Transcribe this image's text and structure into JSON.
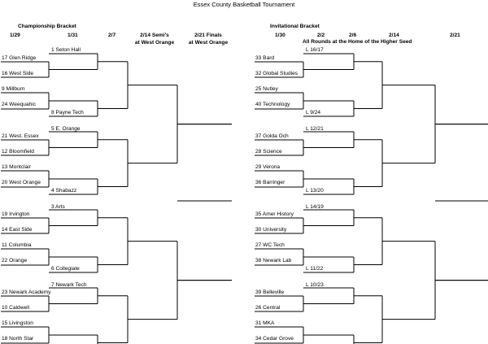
{
  "title": "Essex County Basketball Tournament",
  "championship": {
    "heading": "Championship Bracket",
    "dates": [
      "1/29",
      "1/31",
      "2/7",
      "2/14 Semi's",
      "2/21 Finals"
    ],
    "venue": "at West Orange",
    "venue2": "at West Orange",
    "seeds": [
      "1 Seton Hall",
      "17 Glen Ridge",
      "16 West Side",
      "9 Millburn",
      "24 Weequahic",
      "8 Payne Tech",
      "5 E. Orange",
      "21 West. Essex",
      "12 Bloomfield",
      "13 Montclair",
      "20 West Orange",
      "4 Shabazz",
      "3 Arts",
      "19 Irvington",
      "14 East Side",
      "11 Columbia",
      "22 Orange",
      "6 Collegiate",
      "7 Newark Tech",
      "23 Newark Academy",
      "10 Caldwell",
      "15 Livingston",
      "18 North Star"
    ]
  },
  "invitational": {
    "heading": "Invitational Bracket",
    "subheading": "All Rounds at the Home of the Higher Seed",
    "dates": [
      "1/30",
      "2/2",
      "2/6",
      "2/14",
      "2/21"
    ],
    "seeds": [
      "L 16/17",
      "33 Bard",
      "32 Global Studies",
      "25 Nutley",
      "40 Technology",
      "L 9/24",
      "L 12/21",
      "37 Golda Och",
      "28 Science",
      "29 Verona",
      "36 Barringer",
      "L 13/20",
      "L 14/19",
      "35 Amer History",
      "30 University",
      "27 WC Tech",
      "38 Newark Lab",
      "L 11/22",
      "L 10/23",
      "39 Belleville",
      "26 Central",
      "31 MKA",
      "34 Cedar Grove"
    ]
  }
}
